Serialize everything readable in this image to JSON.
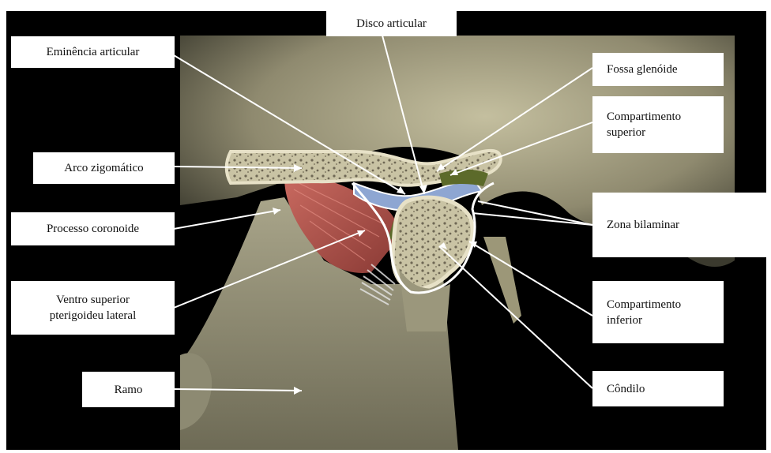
{
  "labels": {
    "disco_articular": "Disco articular",
    "eminencia_articular": "Eminência articular",
    "fossa_glenoide": "Fossa glenóide",
    "compartimento_superior_1": "Compartimento",
    "compartimento_superior_2": "superior",
    "arco_zigomatico": "Arco zigomático",
    "processo_coronoide": "Processo coronoide",
    "zona_bilaminar": "Zona bilaminar",
    "ventro_superior_1": "Ventro superior",
    "ventro_superior_2": "pterigoideu lateral",
    "compartimento_inferior_1": "Compartimento",
    "compartimento_inferior_2": "inferior",
    "ramo": "Ramo",
    "condilo": "Côndilo"
  },
  "colors": {
    "background": "#000000",
    "bone": "#b9b49a",
    "bone_shadow": "#6f6b57",
    "cancellous": "#8e8670",
    "muscle": "#b0504a",
    "disc": "#8ea6d2",
    "synovial": "#5c6a2a",
    "leader_line": "#ffffff"
  }
}
